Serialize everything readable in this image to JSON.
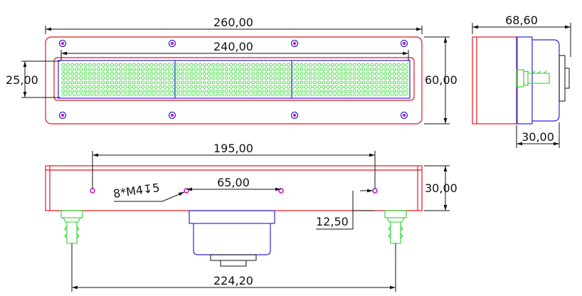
{
  "dimensions": {
    "total_length": "260,00",
    "led_length": "240,00",
    "led_height": "25,00",
    "total_height": "60,00",
    "side_depth": "68,60",
    "side_body": "30,00",
    "hole_span": "195,00",
    "hole_pitch": "65,00",
    "side_height": "30,00",
    "hole_offset": "12,50",
    "connector_span": "224,20"
  },
  "annotations": {
    "thread_spec": "8*M4↧5"
  },
  "colors": {
    "outline": "#e8141e",
    "inner": "#2b27d6",
    "led": "#2bd12b",
    "hole": "#c800c8",
    "dimension": "#111111"
  }
}
